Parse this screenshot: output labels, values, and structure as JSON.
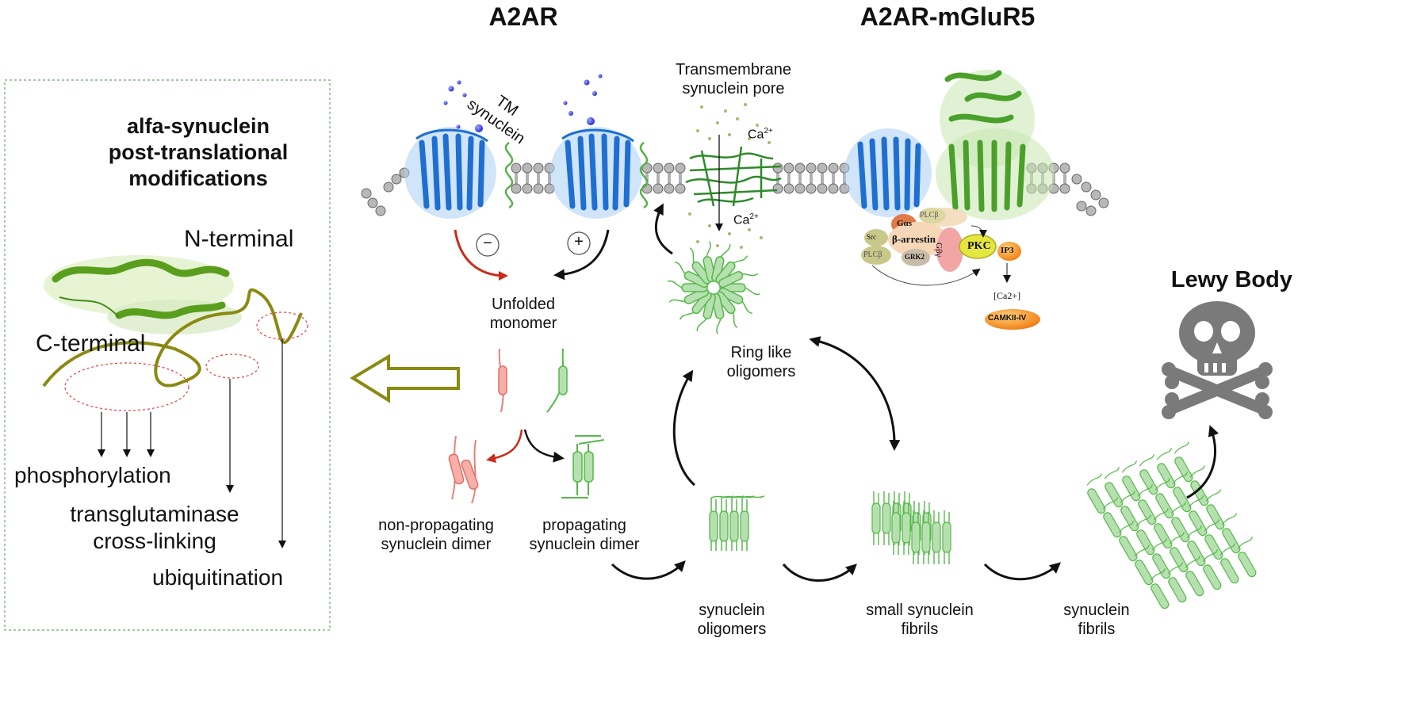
{
  "titles": {
    "a2ar": "A2AR",
    "a2ar_mglur5": "A2AR-mGluR5",
    "lewy_body": "Lewy Body"
  },
  "left_panel": {
    "title_line1": "alfa-synuclein",
    "title_line2": "post-translational",
    "title_line3": "modifications",
    "n_terminal": "N-terminal",
    "c_terminal": "C-terminal",
    "phosphorylation": "phosphorylation",
    "transglutaminase_line1": "transglutaminase",
    "transglutaminase_line2": "cross-linking",
    "ubiquitination": "ubiquitination"
  },
  "labels": {
    "tm_synuclein_line1": "TM",
    "tm_synuclein_line2": "synuclein",
    "pore_line1": "Transmembrane",
    "pore_line2": "synuclein pore",
    "ca_top": "Ca",
    "ca_bottom": "Ca",
    "ca_charge": "2+",
    "unfolded_line1": "Unfolded",
    "unfolded_line2": "monomer",
    "ring_line1": "Ring like",
    "ring_line2": "oligomers",
    "nonprop_line1": "non-propagating",
    "nonprop_line2": "synuclein dimer",
    "prop_line1": "propagating",
    "prop_line2": "synuclein dimer",
    "oligomers_line1": "synuclein",
    "oligomers_line2": "oligomers",
    "small_fibrils_line1": "small synuclein",
    "small_fibrils_line2": "fibrils",
    "fibrils_line1": "synuclein",
    "fibrils_line2": "fibrils",
    "minus": "−",
    "plus": "+"
  },
  "signaling": {
    "gas": "Gαs",
    "plcb_top": "PLCβ",
    "src": "Src",
    "beta_arrestin": "β-arrestin",
    "gby": "Gβγ",
    "pkc": "PKC",
    "ip3": "IP3",
    "plcb_left": "PLCβ",
    "grk2": "GRK2",
    "ca_bracket": "[Ca2+]",
    "camkii": "CAMKII-IV"
  },
  "colors": {
    "receptor_blue": "#2f7fd6",
    "synuclein_green": "#55b84a",
    "nonprop_red": "#e8807a",
    "olive": "#8a8a12",
    "arrow_red": "#cc2a1a",
    "skull_gray": "#7a7a7a",
    "lipid_gray": "#b8b8b8"
  }
}
